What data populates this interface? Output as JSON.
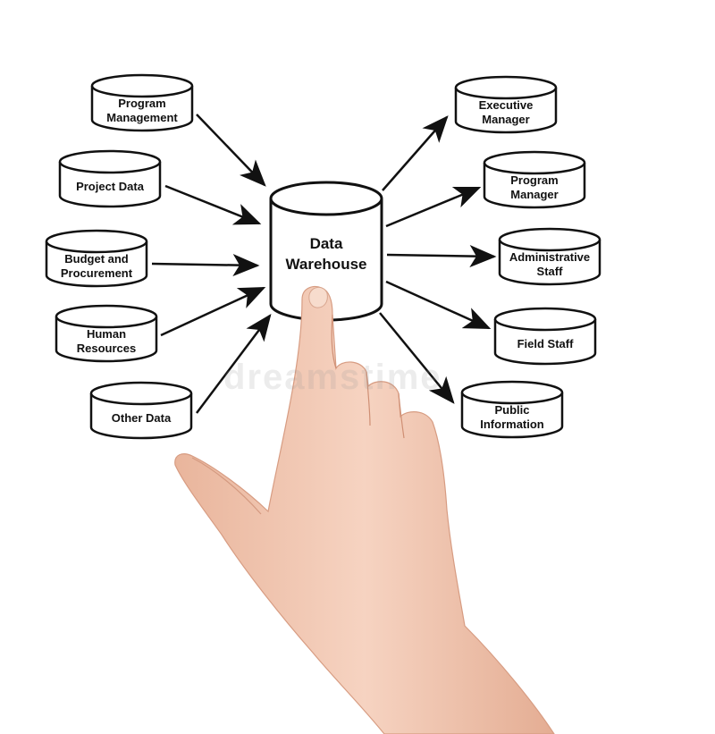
{
  "center": {
    "line1": "Data",
    "line2": "Warehouse"
  },
  "sources": [
    {
      "line1": "Program",
      "line2": "Management"
    },
    {
      "line1": "Project Data",
      "line2": ""
    },
    {
      "line1": "Budget and",
      "line2": "Procurement"
    },
    {
      "line1": "Human",
      "line2": "Resources"
    },
    {
      "line1": "Other Data",
      "line2": ""
    }
  ],
  "consumers": [
    {
      "line1": "Executive",
      "line2": "Manager"
    },
    {
      "line1": "Program",
      "line2": "Manager"
    },
    {
      "line1": "Administrative",
      "line2": "Staff"
    },
    {
      "line1": "Field Staff",
      "line2": ""
    },
    {
      "line1": "Public",
      "line2": "Information"
    }
  ],
  "watermark": "dreamstime",
  "colors": {
    "stroke": "#111111",
    "fill": "#ffffff",
    "skin": "#f2c9b3"
  }
}
